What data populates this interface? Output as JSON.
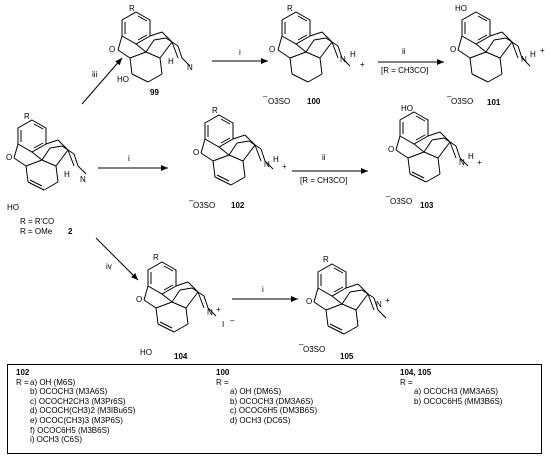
{
  "compounds": {
    "c99": "99",
    "c100": "100",
    "c101": "101",
    "c102": "102",
    "c103": "103",
    "c104": "104",
    "c105": "105",
    "c2": "2"
  },
  "atoms": {
    "R": "R",
    "O": "O",
    "N": "N",
    "H": "H",
    "HO": "HO",
    "I": "I",
    "plus": "+",
    "minus": "–",
    "so3": "O3SO"
  },
  "reagents": {
    "i": "i",
    "ii": "ii",
    "iii": "iii",
    "iv": "iv",
    "acyl_condition": "[R = CH3CO]"
  },
  "start_labels": {
    "r1": "R = R'CO",
    "r2": "R = OMe"
  },
  "legend": {
    "col1": {
      "title": "102",
      "rlabel": "R =",
      "items": [
        "a) OH (M6S)",
        "b) OCOCH3 (M3A6S)",
        "c) OCOCH2CH3 (M3Pr6S)",
        "d) OCOCH(CH3)2 (M3IBu6S)",
        "e) OCOC(CH3)3 (M3P6S)",
        "f) OCOC6H5 (M3B6S)",
        "i) OCH3 (C6S)"
      ]
    },
    "col2": {
      "title": "100",
      "rlabel": "R =",
      "items": [
        "a) OH (DM6S)",
        "b) OCOCH3 (DM3A6S)",
        "c) OCOC6H5 (DM3B6S)",
        "d) OCH3 (DC6S)"
      ]
    },
    "col3": {
      "title": "104, 105",
      "rlabel": "R =",
      "items": [
        "a) OCOCH3 (MM3A6S)",
        "b) OCOC6H5 (MM3B6S)"
      ]
    }
  }
}
